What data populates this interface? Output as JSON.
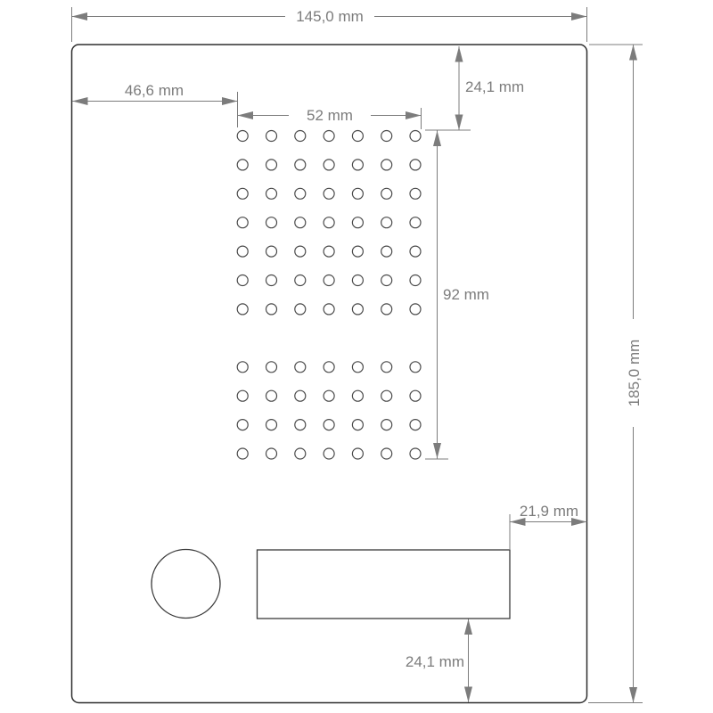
{
  "dimensions": {
    "total_width": "145,0 mm",
    "total_height": "185,0 mm",
    "grille_left_offset": "46,6 mm",
    "grille_width": "52 mm",
    "grille_top_offset": "24,1 mm",
    "grille_height": "92 mm",
    "window_right_offset": "21,9 mm",
    "window_bottom_offset": "24,1 mm"
  },
  "speaker_grille": {
    "columns": 7,
    "top_group_rows": 7,
    "bottom_group_rows": 4
  },
  "colors": {
    "dimension_gray": "#7c7c7c",
    "outline_dark": "#2e2e2e",
    "part_dark": "#3a3a3a",
    "hole_dark": "#4a4a4a",
    "background": "#ffffff"
  }
}
